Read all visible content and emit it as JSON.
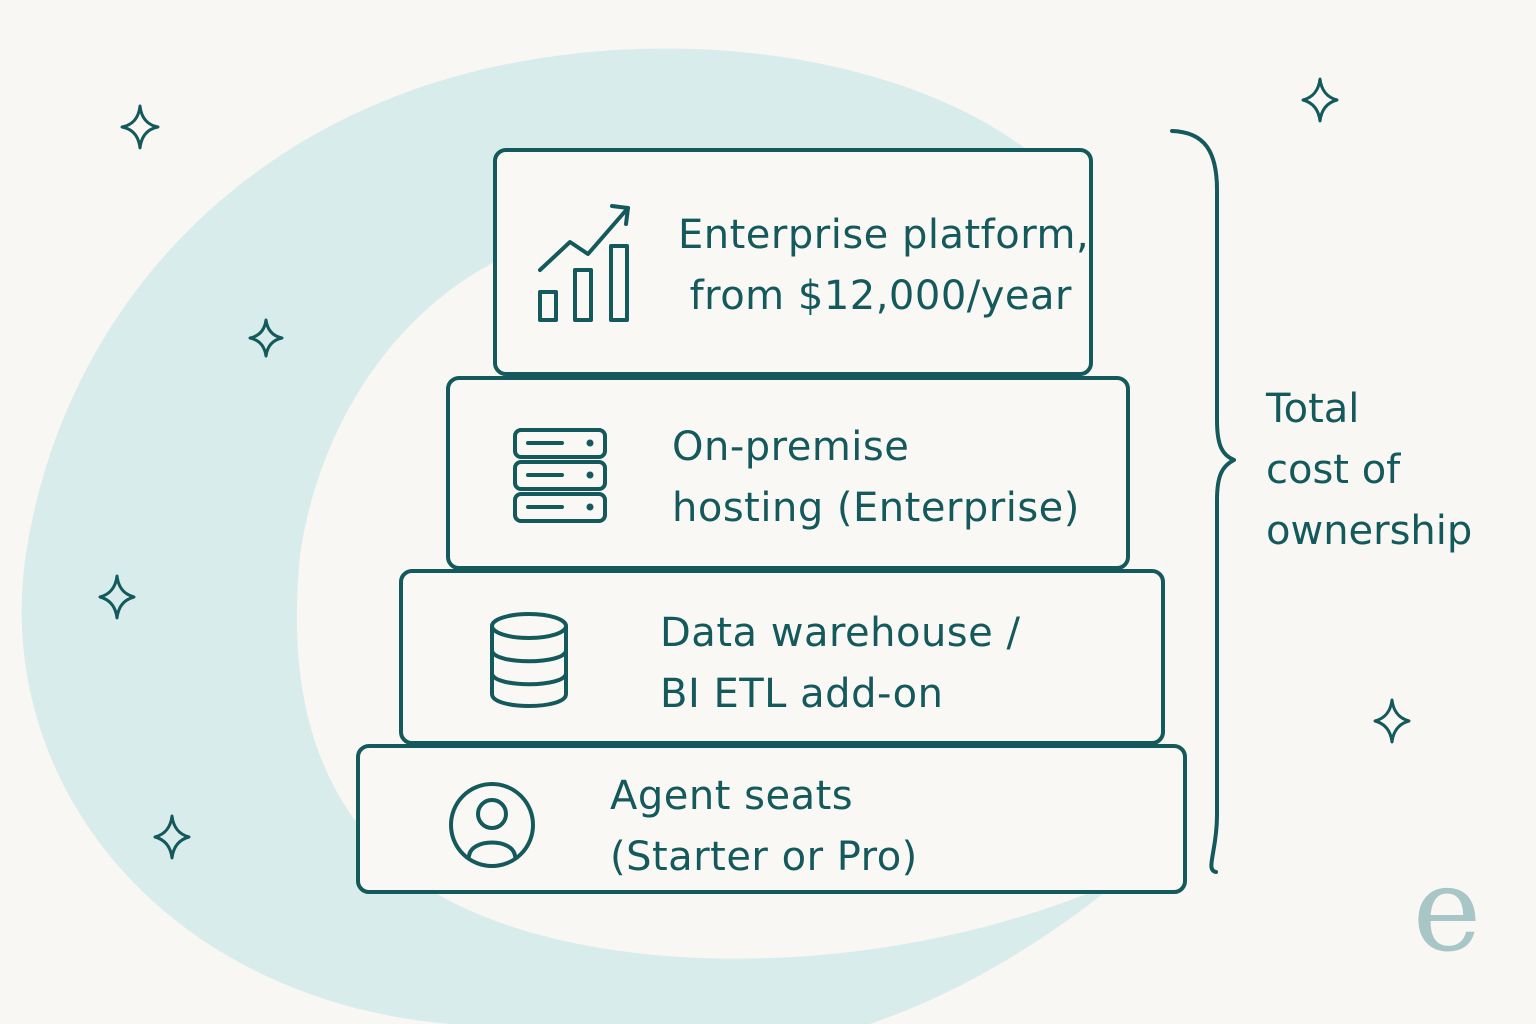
{
  "diagram": {
    "tiers": [
      {
        "id": "enterprise-platform",
        "icon": "growth-chart-icon",
        "lines": [
          "Enterprise platform,",
          "from $12,000/year"
        ]
      },
      {
        "id": "on-premise-hosting",
        "icon": "server-icon",
        "lines": [
          "On-premise",
          "hosting (Enterprise)"
        ]
      },
      {
        "id": "data-warehouse",
        "icon": "database-icon",
        "lines": [
          "Data warehouse /",
          "BI ETL add-on"
        ]
      },
      {
        "id": "agent-seats",
        "icon": "user-icon",
        "lines": [
          "Agent seats",
          "(Starter or Pro)"
        ]
      }
    ],
    "total_label": [
      "Total",
      "cost of",
      "ownership"
    ],
    "logo_letter": "e"
  },
  "colors": {
    "ink": "#14595b",
    "background": "#f8f7f3",
    "swirl": "#d9ecec",
    "logo": "#a9c6c7"
  }
}
